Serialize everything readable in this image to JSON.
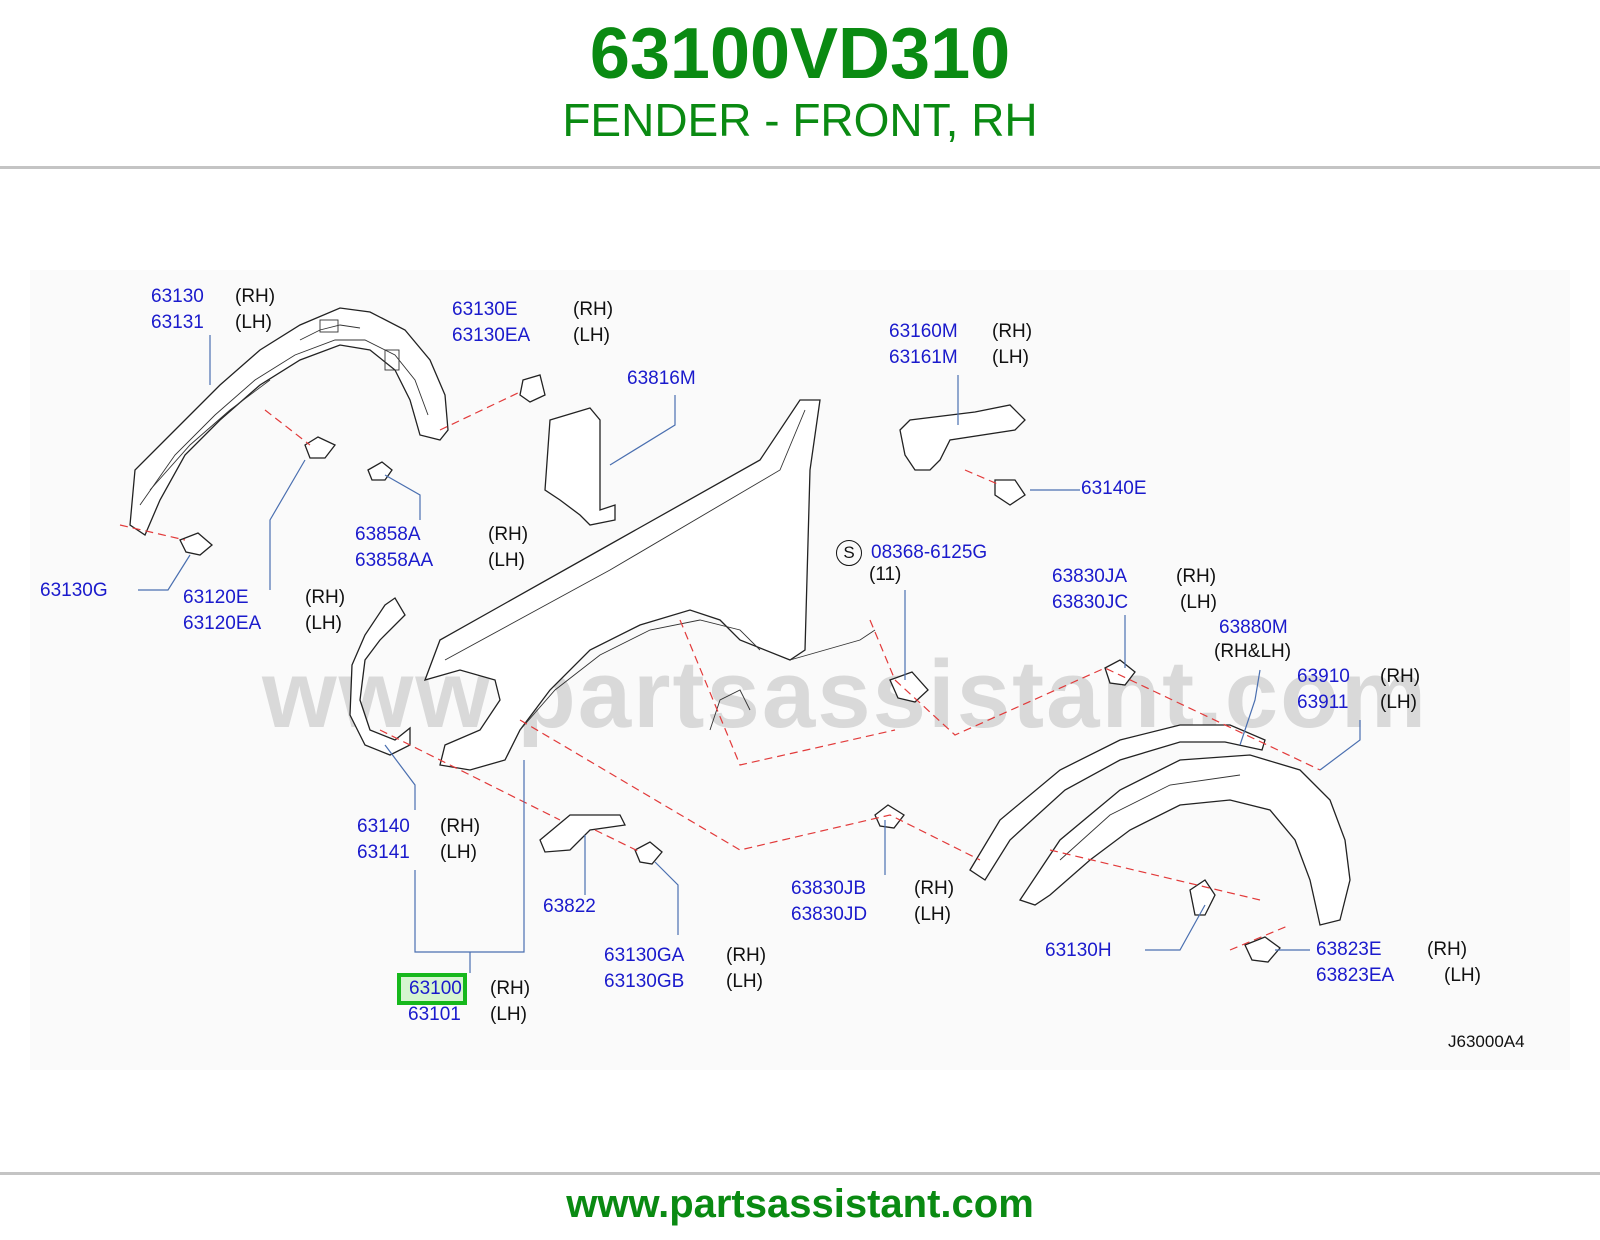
{
  "header": {
    "part_number": "63100VD310",
    "part_name": "FENDER - FRONT, RH"
  },
  "footer": {
    "url": "www.partsassistant.com"
  },
  "watermark": "www.partsassistant.com",
  "diagram_code": "J63000A4",
  "screw_symbol": "S",
  "highlighted_part": "63100",
  "callouts": {
    "c63130": {
      "pn1": "63130",
      "pn2": "63131",
      "s1": "(RH)",
      "s2": "(LH)"
    },
    "c63130e": {
      "pn1": "63130E",
      "pn2": "63130EA",
      "s1": "(RH)",
      "s2": "(LH)"
    },
    "c63816m": {
      "pn1": "63816M"
    },
    "c63160m": {
      "pn1": "63160M",
      "pn2": "63161M",
      "s1": "(RH)",
      "s2": "(LH)"
    },
    "c63140e": {
      "pn1": "63140E"
    },
    "c63858a": {
      "pn1": "63858A",
      "pn2": "63858AA",
      "s1": "(RH)",
      "s2": "(LH)"
    },
    "c08368": {
      "pn1": "08368-6125G",
      "qty": "(11)"
    },
    "c63130g": {
      "pn1": "63130G"
    },
    "c63120e": {
      "pn1": "63120E",
      "pn2": "63120EA",
      "s1": "(RH)",
      "s2": "(LH)"
    },
    "c63830ja": {
      "pn1": "63830JA",
      "pn2": "63830JC",
      "s1": "(RH)",
      "s2": "(LH)"
    },
    "c63880m": {
      "pn1": "63880M",
      "s1": "(RH&LH)"
    },
    "c63910": {
      "pn1": "63910",
      "pn2": "63911",
      "s1": "(RH)",
      "s2": "(LH)"
    },
    "c63140": {
      "pn1": "63140",
      "pn2": "63141",
      "s1": "(RH)",
      "s2": "(LH)"
    },
    "c63822": {
      "pn1": "63822"
    },
    "c63830jb": {
      "pn1": "63830JB",
      "pn2": "63830JD",
      "s1": "(RH)",
      "s2": "(LH)"
    },
    "c63130h": {
      "pn1": "63130H"
    },
    "c63823e": {
      "pn1": "63823E",
      "pn2": "63823EA",
      "s1": "(RH)",
      "s2": "(LH)"
    },
    "c63130ga": {
      "pn1": "63130GA",
      "pn2": "63130GB",
      "s1": "(RH)",
      "s2": "(LH)"
    },
    "c63100": {
      "pn1": "63100",
      "pn2": "63101",
      "s1": "(RH)",
      "s2": "(LH)"
    }
  }
}
